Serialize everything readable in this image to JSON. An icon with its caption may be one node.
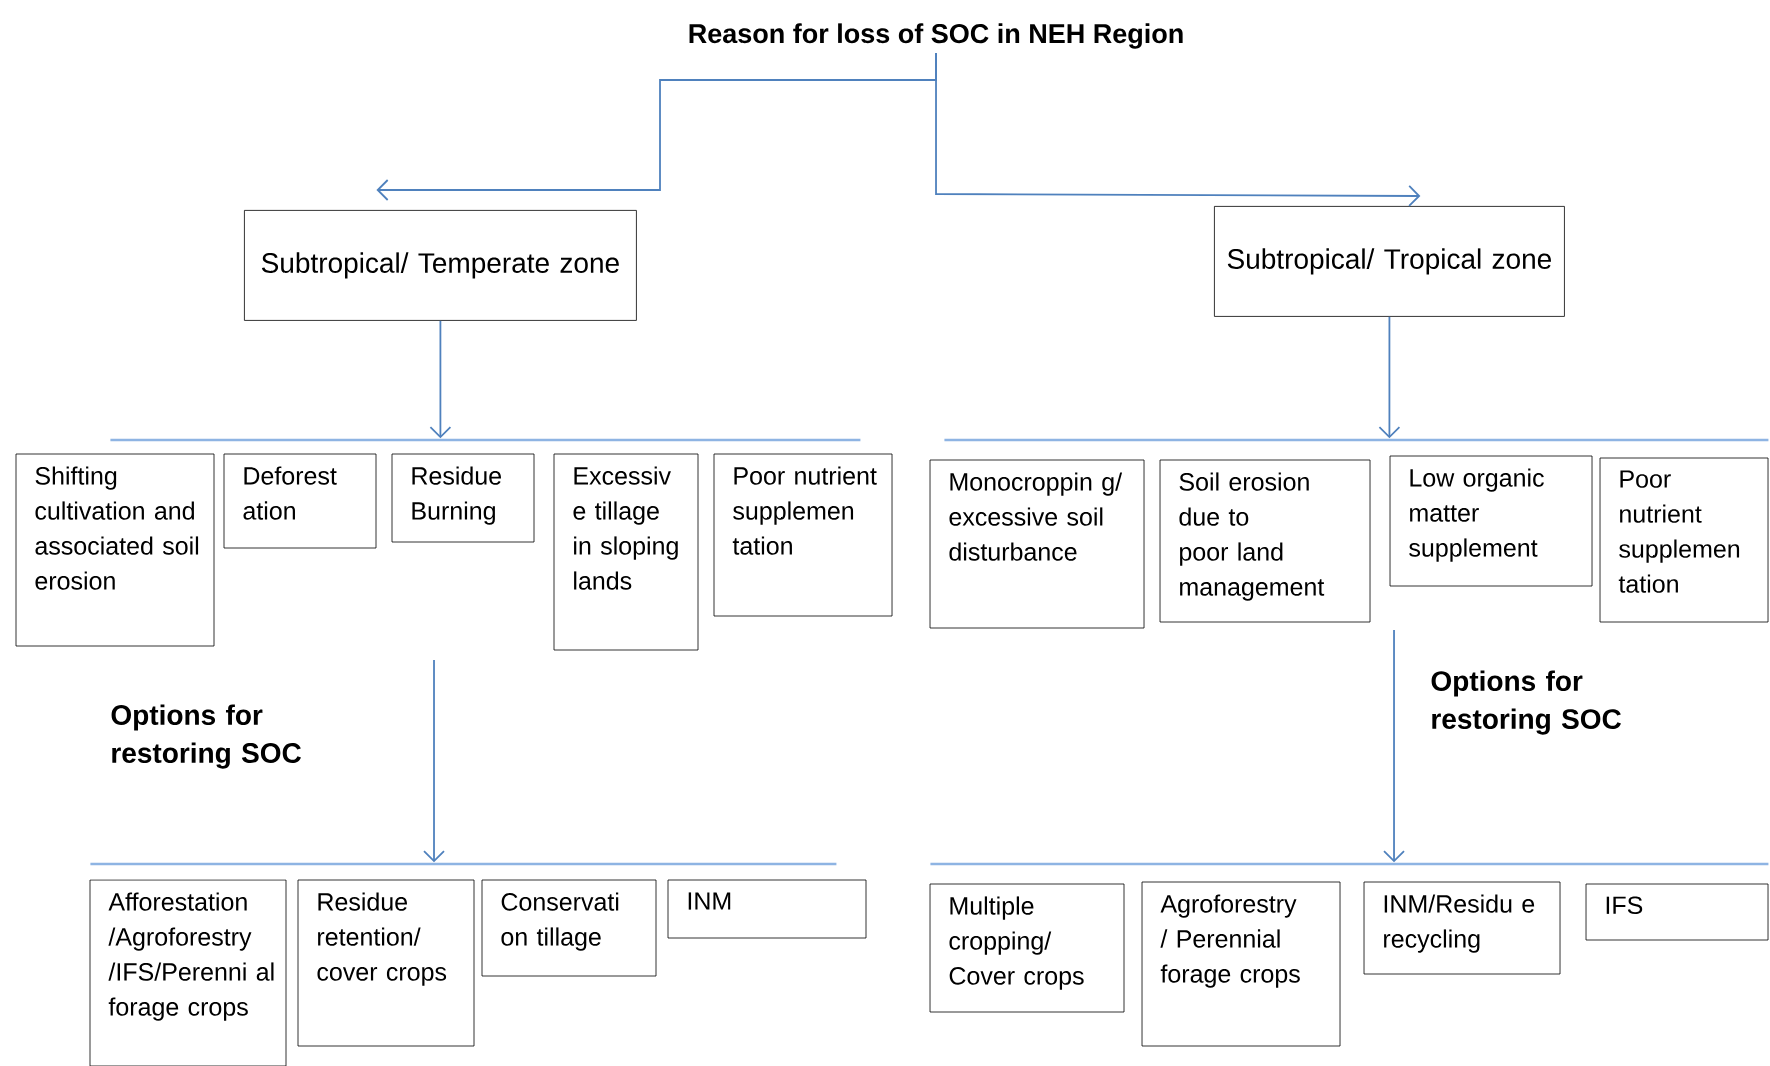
{
  "diagram": {
    "nodes": [
      {
        "text": [
          "Reason for loss of SOC in NEH Region"
        ]
      },
      {
        "text": [
          "Subtropical/ Temperate zone"
        ]
      },
      {
        "text": [
          "Subtropical/ Tropical zone"
        ]
      },
      {
        "text": [],
        "shape": "bar"
      },
      {
        "text": [
          "Shifting cultivation and associated soil erosion"
        ]
      },
      {
        "text": [
          "Deforest ation"
        ]
      },
      {
        "text": [
          "Residue Burning"
        ]
      },
      {
        "text": [
          "Excessiv e tillage in sloping lands"
        ]
      },
      {
        "text": [
          "Poor nutrient supplemen tation"
        ]
      },
      {
        "text": [],
        "shape": "bar"
      },
      {
        "text": [
          "Monocroppin g/ excessive soil disturbance"
        ]
      },
      {
        "text": [
          "Soil erosion due to poor land management"
        ]
      },
      {
        "text": [
          "Low organic matter supplement"
        ]
      },
      {
        "text": [
          "Poor nutrient supplemen tation"
        ]
      },
      {
        "text": [],
        "shape": "bar"
      },
      {
        "text": [
          "Afforestation /Agroforestry /IFS/Perenni al forage crops"
        ]
      },
      {
        "text": [
          "Residue retention/ cover crops"
        ]
      },
      {
        "text": [
          "Conservati on tillage"
        ]
      },
      {
        "text": [
          "INM"
        ]
      },
      {
        "text": [],
        "shape": "bar"
      },
      {
        "text": [
          "Multiple cropping/ Cover crops"
        ]
      },
      {
        "text": [
          "Agroforestry / Perennial forage crops"
        ]
      },
      {
        "text": [
          "INM/Residu e recycling"
        ]
      },
      {
        "text": [
          "IFS"
        ]
      }
    ],
    "edges": [
      {
        "from": 0,
        "to": 1,
        "arrow": "to"
      },
      {
        "from": 0,
        "to": 2,
        "arrow": "to"
      },
      {
        "from": 1,
        "to": 3,
        "arrow": "to"
      },
      {
        "from": 2,
        "to": 9,
        "arrow": "to"
      },
      {
        "from": null,
        "to": 14,
        "arrow": "to"
      },
      {
        "from": null,
        "to": 19,
        "arrow": "to"
      }
    ],
    "labels": [
      "Options for restoring SOC",
      "Options for restoring SOC"
    ]
  }
}
